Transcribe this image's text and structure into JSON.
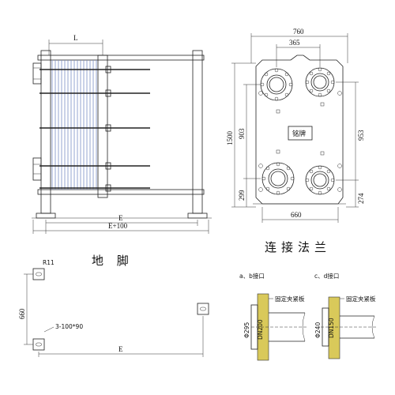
{
  "side_view": {
    "dim_top": "L",
    "dim_bottom_1": "E",
    "dim_bottom_2": "E+100"
  },
  "front_view": {
    "dim_width": "760",
    "dim_inner": "365",
    "dim_height": "1500",
    "dim_left": "903",
    "dim_right": "953",
    "dim_bottom_left": "299",
    "dim_bottom_right": "274",
    "dim_base": "660",
    "nameplate": "铭牌"
  },
  "foundation": {
    "title": "地  脚",
    "radius": "R11",
    "dim_vertical": "660",
    "holes": "3-100*90",
    "dim_horizontal": "E"
  },
  "flange": {
    "title": "连接法兰",
    "ab_label": "a、b接口",
    "cd_label": "c、d接口",
    "ab_plate": "固定夹紧板",
    "cd_plate": "固定夹紧板",
    "ab_d1": "Φ295",
    "ab_d2": "DN200",
    "cd_d1": "Φ240",
    "cd_d2": "DN150"
  }
}
